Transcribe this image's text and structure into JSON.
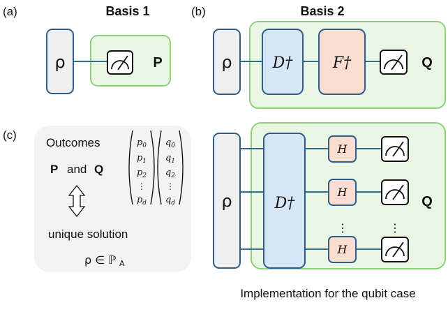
{
  "panels": {
    "a": {
      "tag": "(a)",
      "title": "Basis 1",
      "rho": "ρ",
      "outcome": "P"
    },
    "b": {
      "tag": "(b)",
      "title": "Basis 2",
      "rho": "ρ",
      "gate1": "D†",
      "gate2": "F†",
      "outcome": "Q"
    },
    "c": {
      "tag": "(c)",
      "outcomes_label": "Outcomes",
      "p_and": "P",
      "and_word": "and",
      "q_and": "Q",
      "p_vector": [
        "p0",
        "p1",
        "p2",
        "⋮",
        "pd"
      ],
      "q_vector": [
        "q0",
        "q1",
        "q2",
        "⋮",
        "qd"
      ],
      "arrow_symbol": "⇕",
      "unique_solution": "unique solution",
      "rho_in": "ρ ∈ ℙ",
      "rho_in_sub": "A"
    },
    "d": {
      "rho": "ρ",
      "gate": "D†",
      "h_label": "H",
      "outcome": "Q",
      "vdots": "⋮",
      "caption": "Implementation for the qubit case"
    }
  },
  "colors": {
    "box_stroke": "#2e5d8a",
    "rho_fill": "#efefef",
    "d_fill": "#d6e6f7",
    "f_fill": "#f8ddd0",
    "basis_fill": "#e9f6e4",
    "basis_stroke": "#8fd07a",
    "panel_c_fill": "#f3f3f3",
    "wire": "#2e6f8e"
  }
}
